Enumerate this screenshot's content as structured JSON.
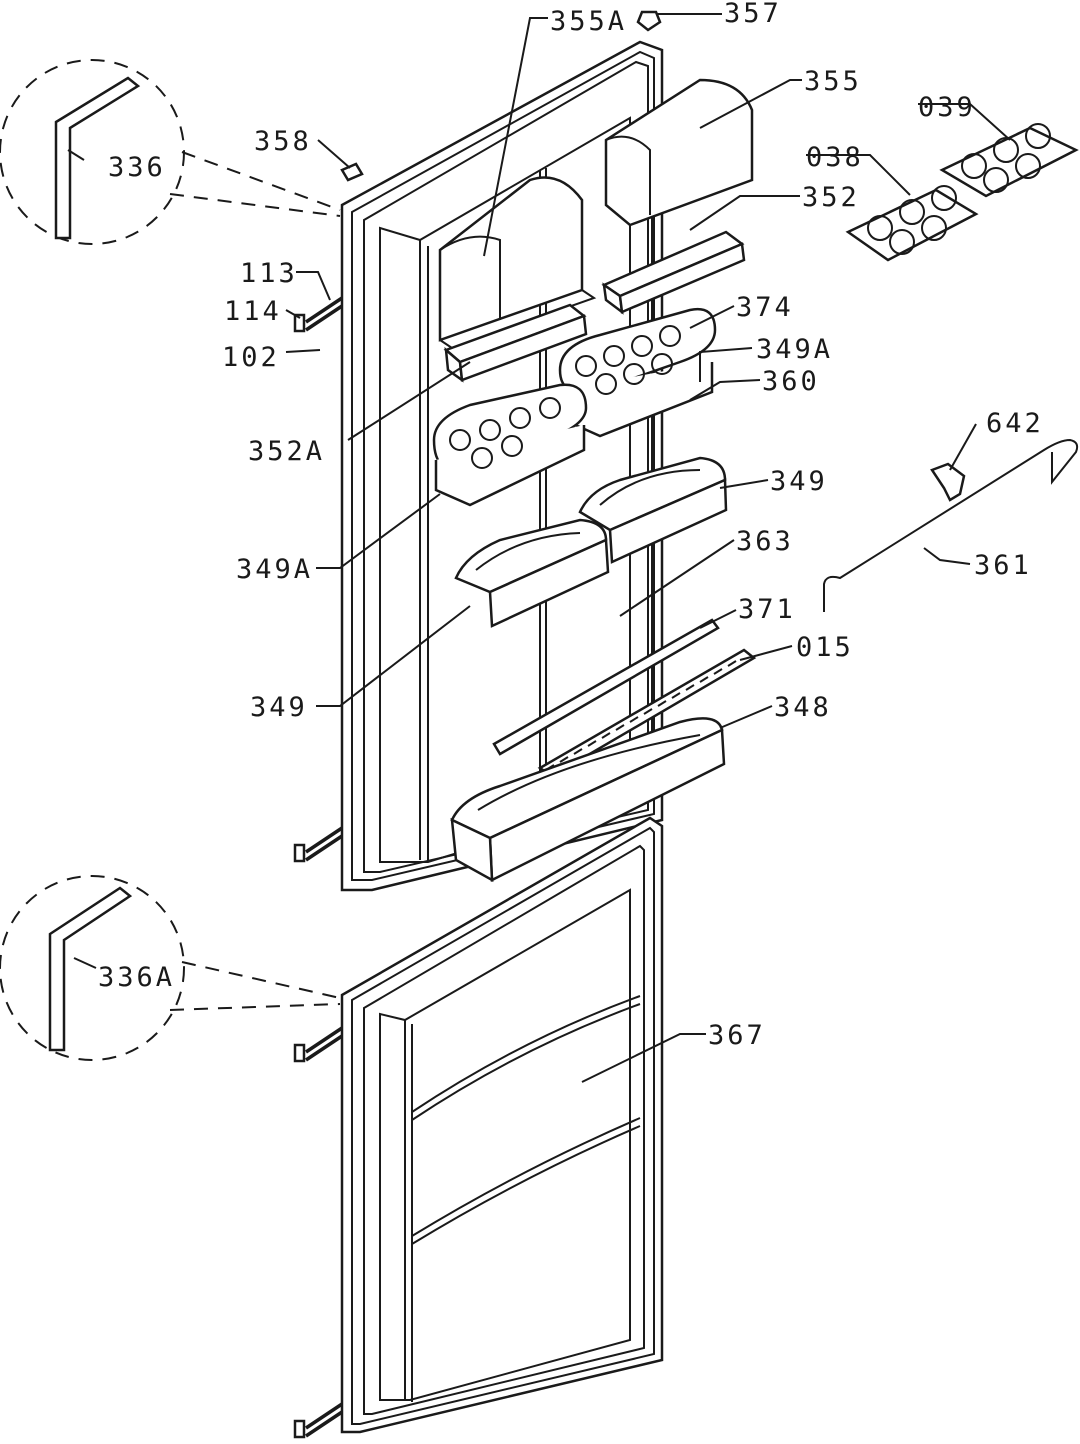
{
  "labels": {
    "l355A": "355A",
    "l357": "357",
    "l355": "355",
    "l039": "039",
    "l038": "038",
    "l358": "358",
    "l336": "336",
    "l352": "352",
    "l113": "113",
    "l114": "114",
    "l374": "374",
    "l102": "102",
    "l349A_right": "349A",
    "l360": "360",
    "l642": "642",
    "l352A": "352A",
    "l349_right": "349",
    "l349A_left": "349A",
    "l363": "363",
    "l361": "361",
    "l371": "371",
    "l015": "015",
    "l349_left": "349",
    "l348": "348",
    "l336A": "336A",
    "l367": "367"
  }
}
